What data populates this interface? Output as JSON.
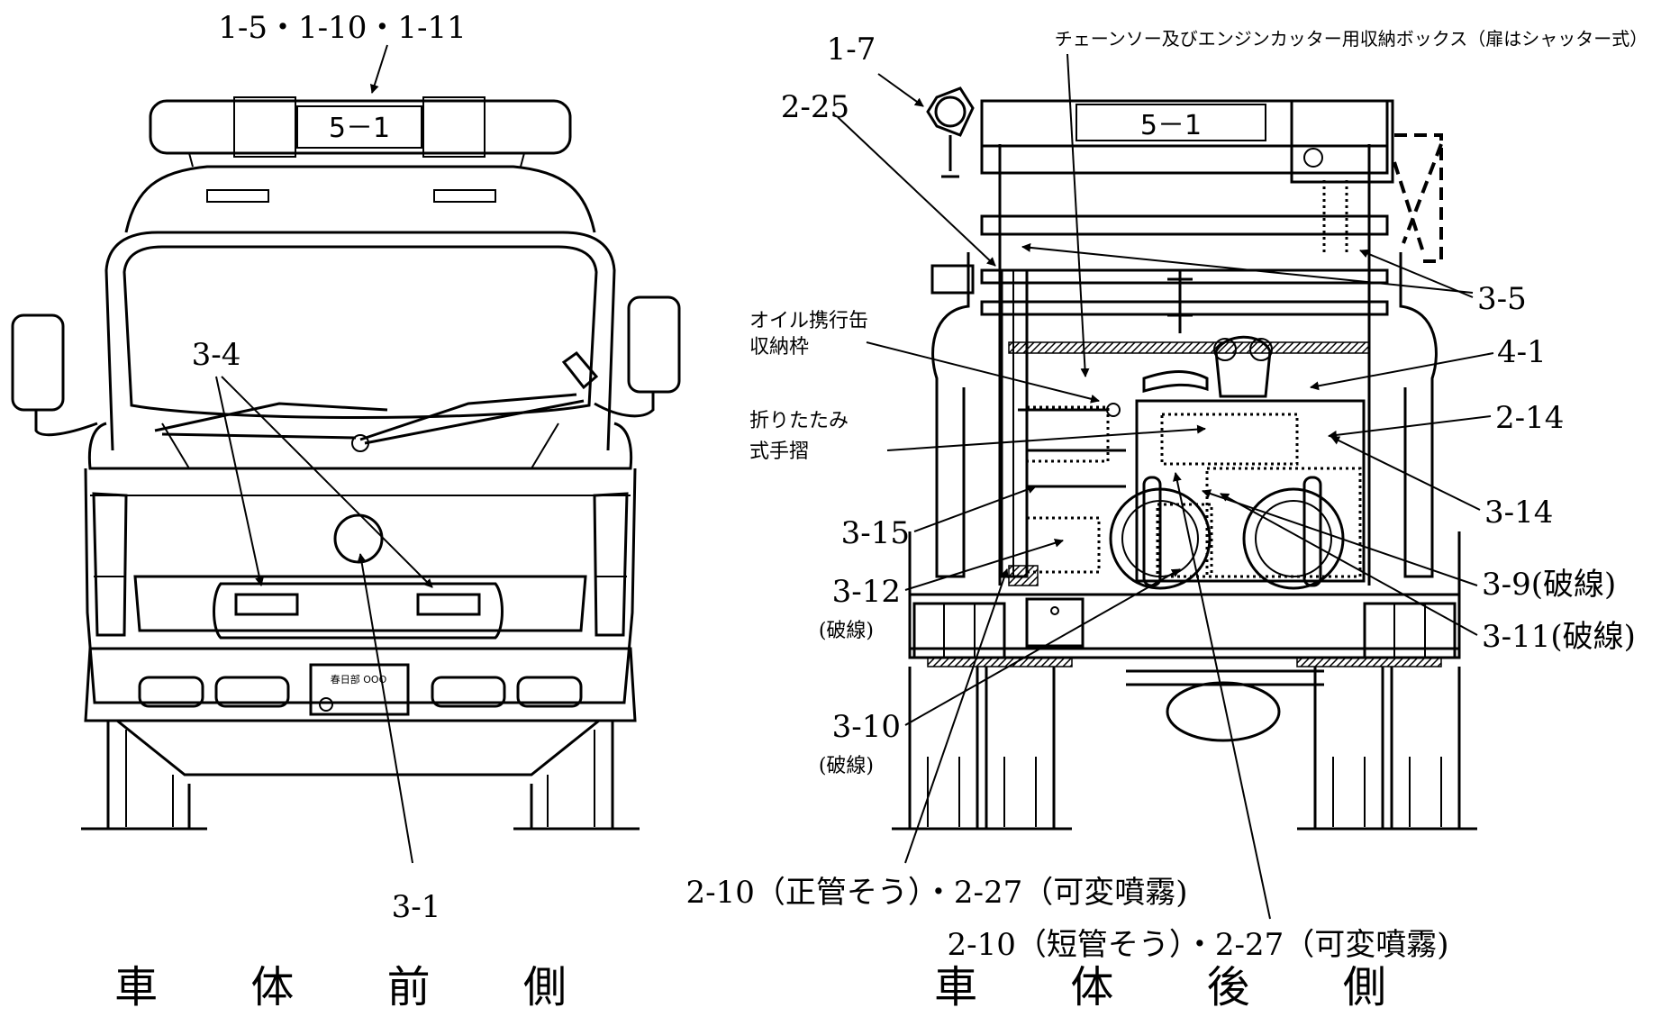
{
  "front": {
    "caption": "車 体 前 側",
    "top_label": "1-5・1-10・1-11",
    "plate_text": "5－1",
    "number_plate": "春日部 OOO",
    "labels": {
      "l3_4": "3-4",
      "l3_1": "3-1"
    }
  },
  "rear": {
    "caption": "車 体 後 側",
    "plate_text": "5－1",
    "box_note": "チェーンソー及びエンジンカッター用収納ボックス（扉はシャッター式）",
    "oil_note_1": "オイル携行缶",
    "oil_note_2": "収納枠",
    "rail_note_1": "折りたたみ",
    "rail_note_2": "式手摺",
    "labels": {
      "l1_7": "1-7",
      "l2_25": "2-25",
      "l3_5": "3-5",
      "l4_1": "4-1",
      "l2_14": "2-14",
      "l3_14": "3-14",
      "l3_15": "3-15",
      "l3_9": "3-9(破線)",
      "l3_11": "3-11(破線)",
      "l3_12": "3-12",
      "l3_12_sub": "(破線)",
      "l3_10": "3-10",
      "l3_10_sub": "(破線)",
      "l2_10a": "2-10（正管そう）・2-27（可変噴霧)",
      "l2_10b": "2-10（短管そう）・2-27（可変噴霧)"
    }
  }
}
